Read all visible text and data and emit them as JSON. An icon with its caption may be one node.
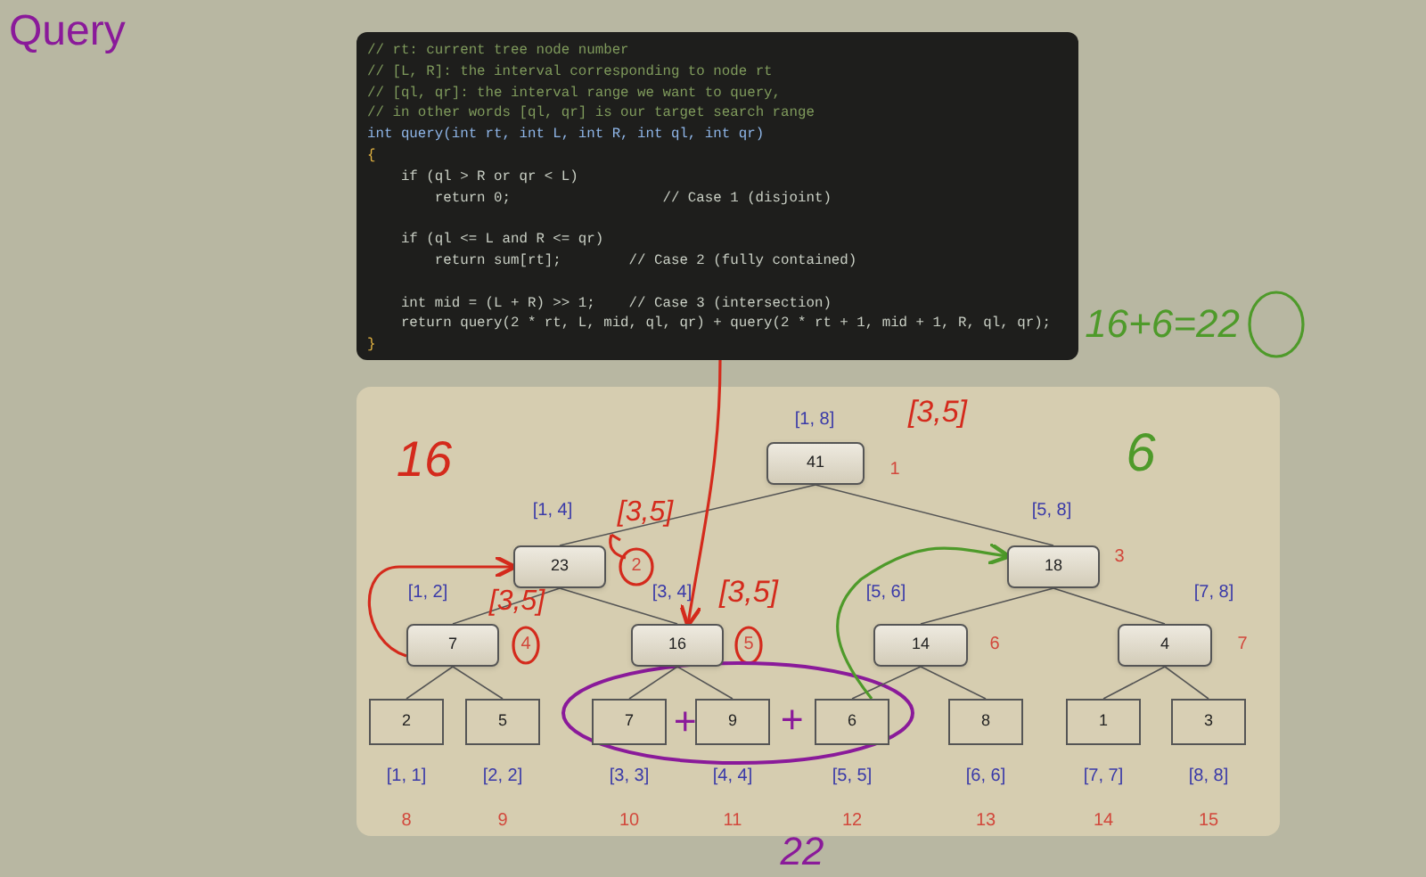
{
  "diagram": {
    "title": "Query",
    "nodes": [
      {
        "text": [
          "// rt: current tree node number",
          "// [L, R]: the interval corresponding to node rt",
          "// [ql, qr]: the interval range we want to query,",
          "// in other words [ql, qr] is our target search range",
          "int query(int rt, int L, int R, int ql, int qr)",
          "{",
          "if (ql > R or qr < L)",
          "return 0;                  // Case 1 (disjoint)",
          "if (ql <= L and R <= qr)",
          "return sum[rt];        // Case 2 (fully contained)",
          "int mid = (L + R) >> 1;    // Case 3 (intersection)",
          "return query(2 * rt, L, mid, ql, qr) + query(2 * rt + 1, mid + 1, R, ql, qr);",
          "}"
        ]
      },
      {
        "text": [
          "41"
        ],
        "beside": [
          "[1, 8]",
          "1"
        ]
      },
      {
        "text": [
          "23"
        ],
        "beside": [
          "[1, 4]",
          "2"
        ]
      },
      {
        "text": [
          "18"
        ],
        "beside": [
          "[5, 8]",
          "3"
        ]
      },
      {
        "text": [
          "7"
        ],
        "beside": [
          "[1, 2]",
          "4"
        ]
      },
      {
        "text": [
          "16"
        ],
        "beside": [
          "[3, 4]",
          "5"
        ]
      },
      {
        "text": [
          "14"
        ],
        "beside": [
          "[5, 6]",
          "6"
        ]
      },
      {
        "text": [
          "4"
        ],
        "beside": [
          "[7, 8]",
          "7"
        ]
      },
      {
        "text": [
          "2"
        ],
        "beside": [
          "[1, 1]",
          "8"
        ]
      },
      {
        "text": [
          "5"
        ],
        "beside": [
          "[2, 2]",
          "9"
        ]
      },
      {
        "text": [
          "7"
        ],
        "beside": [
          "[3, 3]",
          "10"
        ]
      },
      {
        "text": [
          "9"
        ],
        "beside": [
          "[4, 4]",
          "11"
        ]
      },
      {
        "text": [
          "6"
        ],
        "beside": [
          "[5, 5]",
          "12"
        ]
      },
      {
        "text": [
          "8"
        ],
        "beside": [
          "[6, 6]",
          "13"
        ]
      },
      {
        "text": [
          "1"
        ],
        "beside": [
          "[7, 7]",
          "14"
        ]
      },
      {
        "text": [
          "3"
        ],
        "beside": [
          "[8, 8]",
          "15"
        ]
      }
    ],
    "edges": [
      {
        "from": 1,
        "to": 2,
        "arrow": "none"
      },
      {
        "from": 1,
        "to": 3,
        "arrow": "none"
      },
      {
        "from": 2,
        "to": 4,
        "arrow": "none"
      },
      {
        "from": 2,
        "to": 5,
        "arrow": "none"
      },
      {
        "from": 3,
        "to": 6,
        "arrow": "none"
      },
      {
        "from": 3,
        "to": 7,
        "arrow": "none"
      },
      {
        "from": 4,
        "to": 8,
        "arrow": "none"
      },
      {
        "from": 4,
        "to": 9,
        "arrow": "none"
      },
      {
        "from": 5,
        "to": 10,
        "arrow": "none"
      },
      {
        "from": 5,
        "to": 11,
        "arrow": "none"
      },
      {
        "from": 6,
        "to": 12,
        "arrow": "none"
      },
      {
        "from": 6,
        "to": 13,
        "arrow": "none"
      },
      {
        "from": 7,
        "to": 14,
        "arrow": "none"
      },
      {
        "from": 7,
        "to": 15,
        "arrow": "none"
      },
      {
        "from": 0,
        "to": 5,
        "arrow": "to",
        "color": "#d42a1c"
      },
      {
        "from": 4,
        "to": 2,
        "arrow": "to",
        "color": "#d42a1c"
      },
      {
        "from": 12,
        "to": 3,
        "arrow": "to",
        "color": "#4e9a2a"
      }
    ],
    "labels": [
      "16+6=22",
      "[3,5]",
      "16",
      "6",
      "[3,5]",
      "[3,5]",
      "[3,5]",
      "+",
      "+",
      "22"
    ]
  }
}
